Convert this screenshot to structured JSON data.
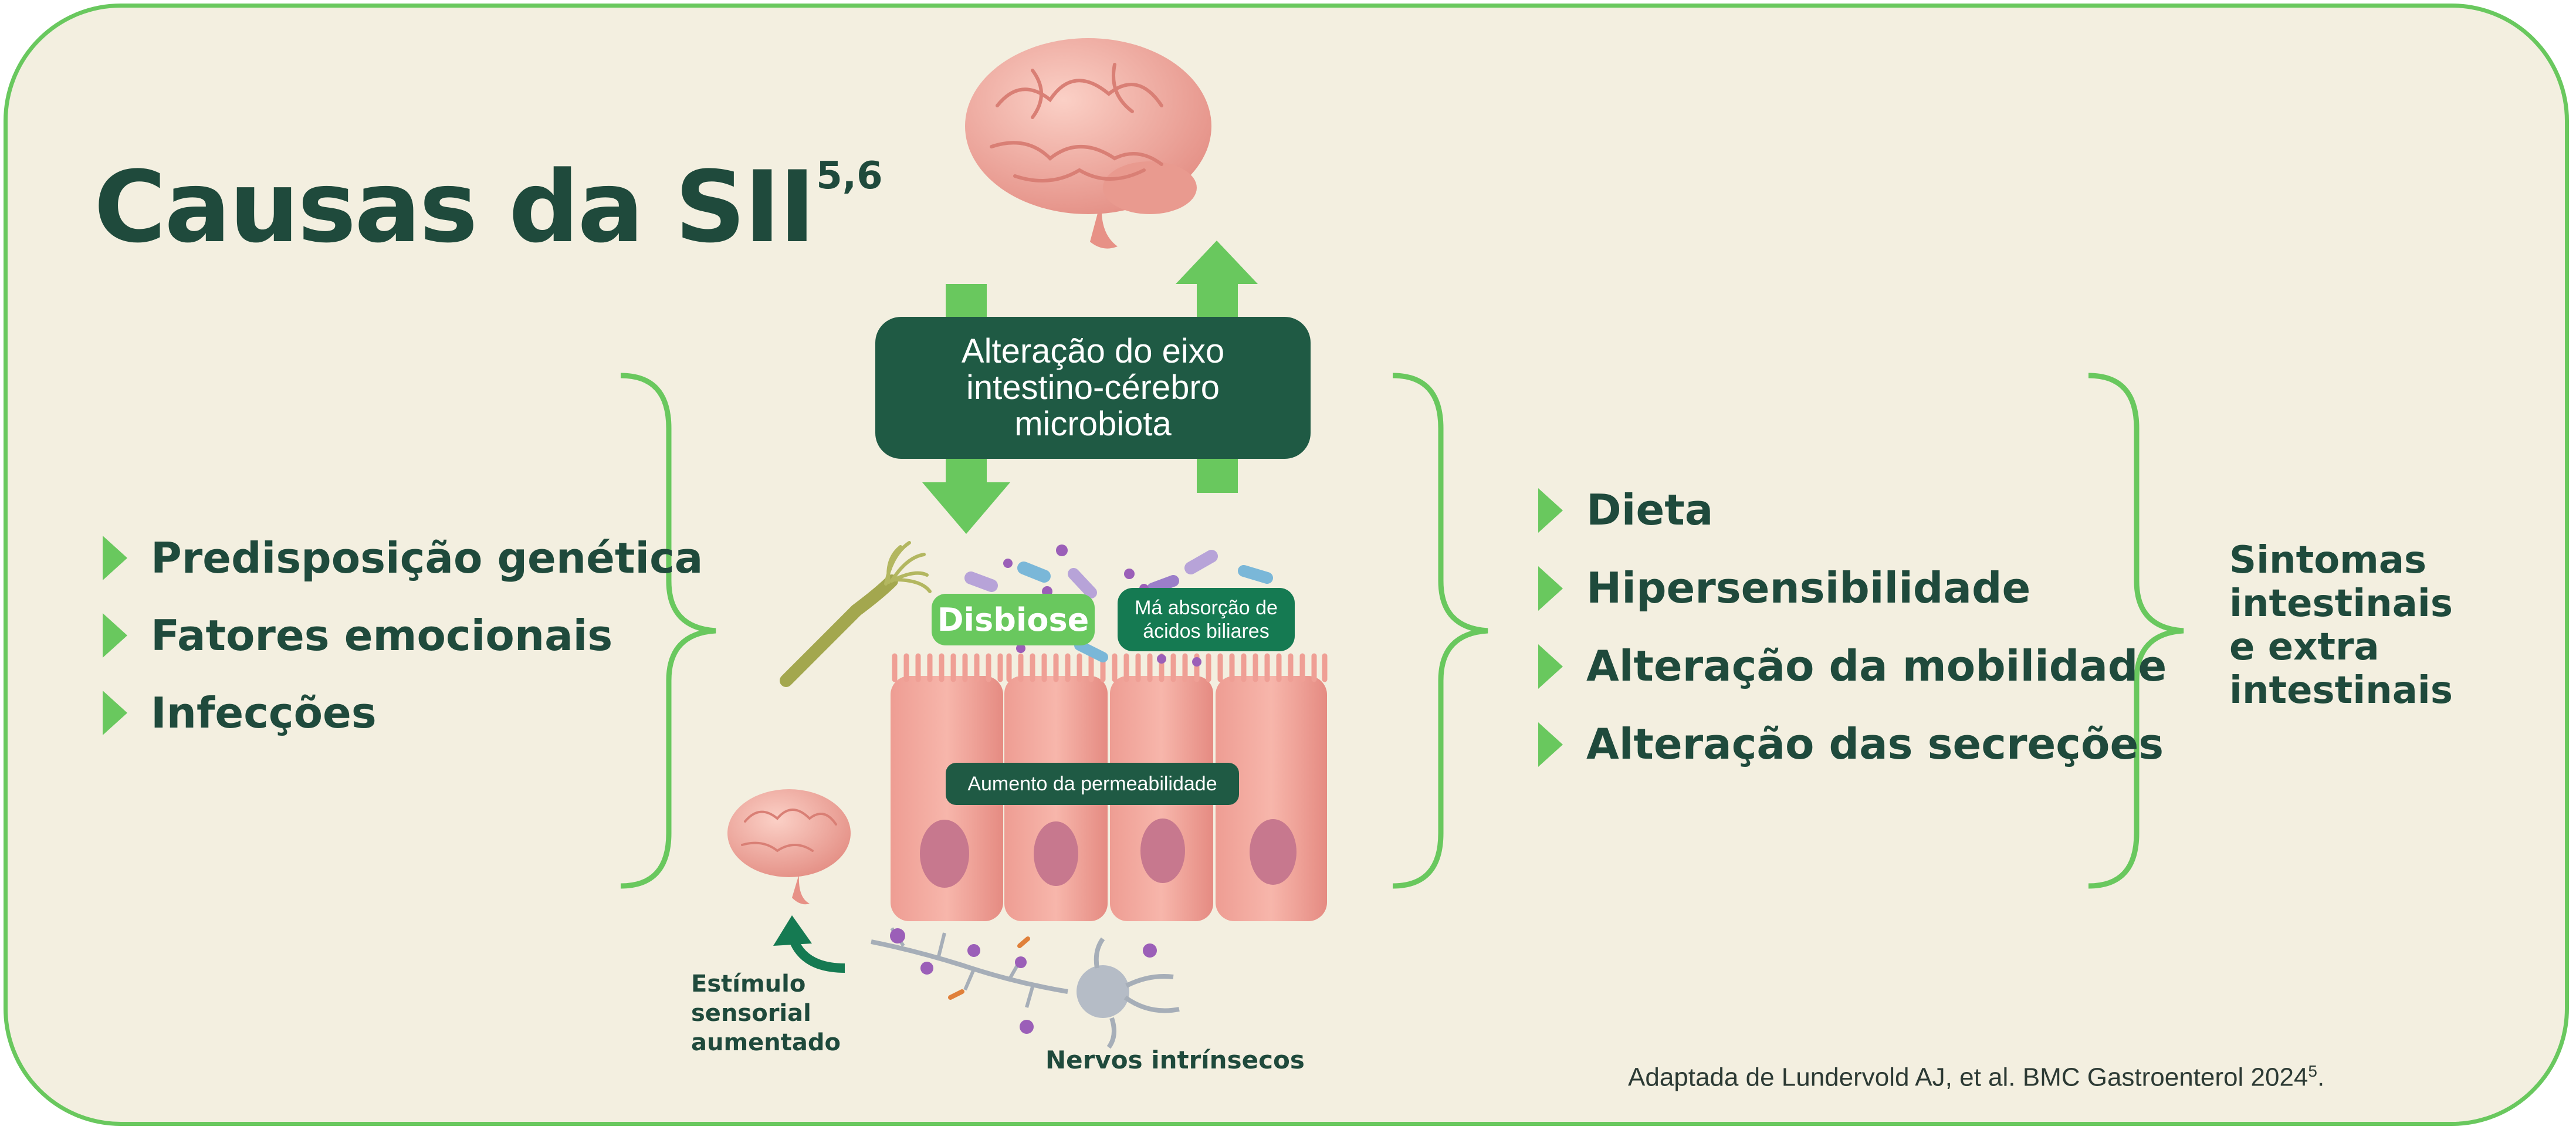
{
  "title": {
    "main": "Causas da SII",
    "superscript": "5,6"
  },
  "left_factors": [
    "Predisposição genética",
    "Fatores emocionais",
    "Infecções"
  ],
  "axis_box": [
    "Alteração do eixo",
    "intestino-cérebro",
    "microbiota"
  ],
  "labels": {
    "dysbiosis": "Disbiose",
    "bile_malabsorption": [
      "Má absorção de",
      "ácidos biliares"
    ],
    "permeability": "Aumento da permeabilidade",
    "sensory_stimulus": [
      "Estímulo",
      "sensorial",
      "aumentado"
    ],
    "intrinsic_nerves": "Nervos intrínsecos"
  },
  "right_factors": [
    "Dieta",
    "Hipersensibilidade",
    "Alteração da mobilidade",
    "Alteração das secreções"
  ],
  "outcome": [
    "Sintomas",
    "intestinais",
    "e extra",
    "intestinais"
  ],
  "source": {
    "text": "Adaptada de Lundervold AJ, et al. BMC Gastroenterol 2024",
    "superscript": "5",
    "suffix": "."
  },
  "colors": {
    "accent_green": "#69c85e",
    "dark_green": "#1f4a3c",
    "box_green": "#1f5a44",
    "background": "#f3efe0"
  },
  "icons": [
    "brain-icon",
    "small-brain-icon",
    "intestinal-villi-cells",
    "bacteria-icons",
    "neuron-icon",
    "bacterium-flagellum-icon",
    "curved-arrow-icon"
  ]
}
